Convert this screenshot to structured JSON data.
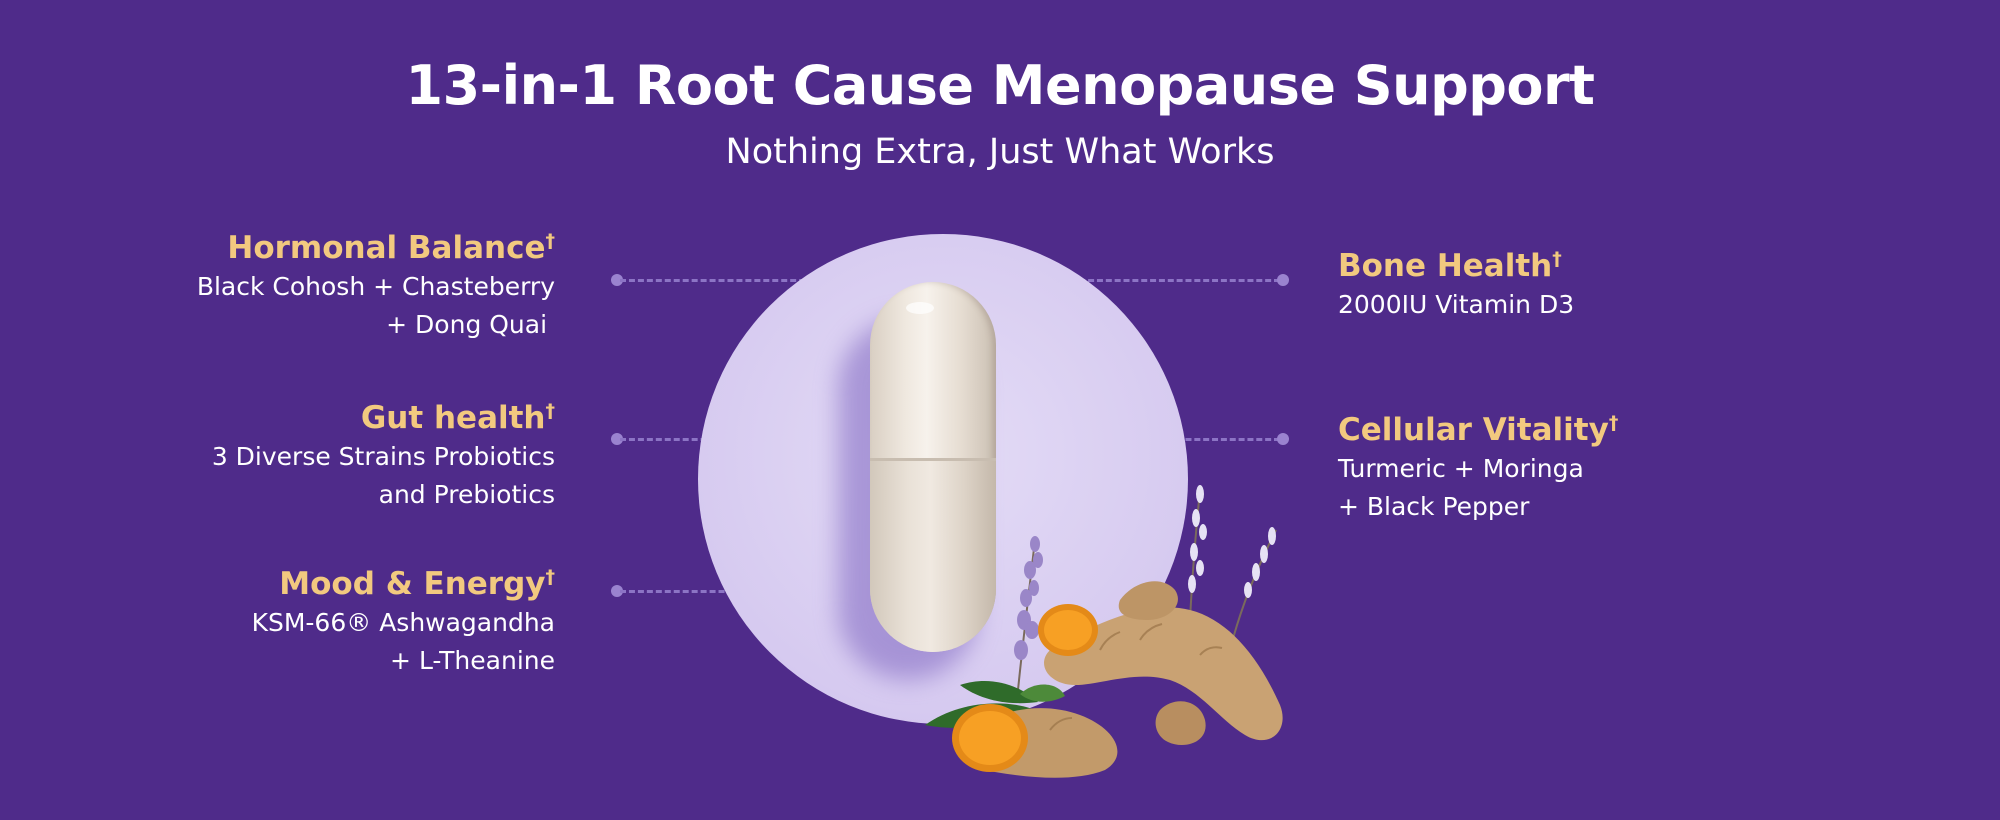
{
  "header": {
    "title": "13-in-1 Root Cause Menopause Support",
    "subtitle": "Nothing Extra, Just What Works"
  },
  "benefits_left": [
    {
      "title": "Hormonal Balance",
      "mark": "†",
      "lines": [
        "Black Cohosh + Chasteberry",
        "+ Dong Quai "
      ]
    },
    {
      "title": "Gut health",
      "mark": "†",
      "lines": [
        "3 Diverse Strains Probiotics",
        "and Prebiotics"
      ]
    },
    {
      "title": "Mood & Energy",
      "mark": "†",
      "lines": [
        "KSM-66® Ashwagandha",
        "+ L-Theanine"
      ]
    }
  ],
  "benefits_right": [
    {
      "title": "Bone Health",
      "mark": "†",
      "lines": [
        "2000IU Vitamin D3"
      ]
    },
    {
      "title": "Cellular Vitality",
      "mark": "†",
      "lines": [
        "Turmeric + Moringa",
        "+ Black Pepper"
      ]
    }
  ],
  "colors": {
    "background": "#4f2b8a",
    "accent_title": "#f2c97f",
    "circle": "#d6caf0",
    "connector": "#8c74c5",
    "turmeric_skin": "#c8a070",
    "turmeric_flesh": "#f29a1e"
  },
  "illustration": {
    "product": "capsule-icon",
    "botanicals": "turmeric-herbs-icon"
  }
}
